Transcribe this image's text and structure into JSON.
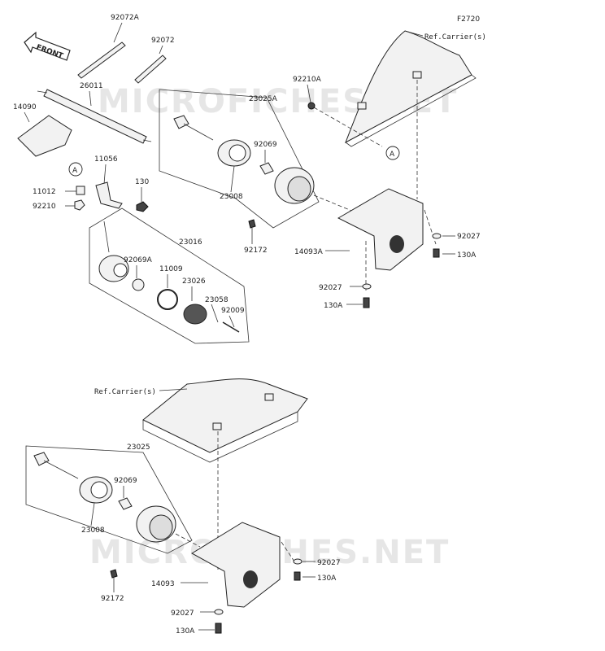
{
  "figure_code": "F2720",
  "watermark": "MICROFICHES.NET",
  "front_label": "FRONT",
  "ref_label": "Ref.Carrier(s)",
  "circle_label": "A",
  "parts": {
    "p92072A": "92072A",
    "p92072": "92072",
    "p26011": "26011",
    "p14090": "14090",
    "p11056": "11056",
    "p11012": "11012",
    "p92210": "92210",
    "p130": "130",
    "p92210A": "92210A",
    "p23025A": "23025A",
    "p92069": "92069",
    "p23008": "23008",
    "p92172": "92172",
    "p14093A": "14093A",
    "p92027": "92027",
    "p130A": "130A",
    "p23016": "23016",
    "p92069A": "92069A",
    "p11009": "11009",
    "p23026": "23026",
    "p23058": "23058",
    "p92009": "92009",
    "p23025": "23025",
    "p14093": "14093"
  }
}
